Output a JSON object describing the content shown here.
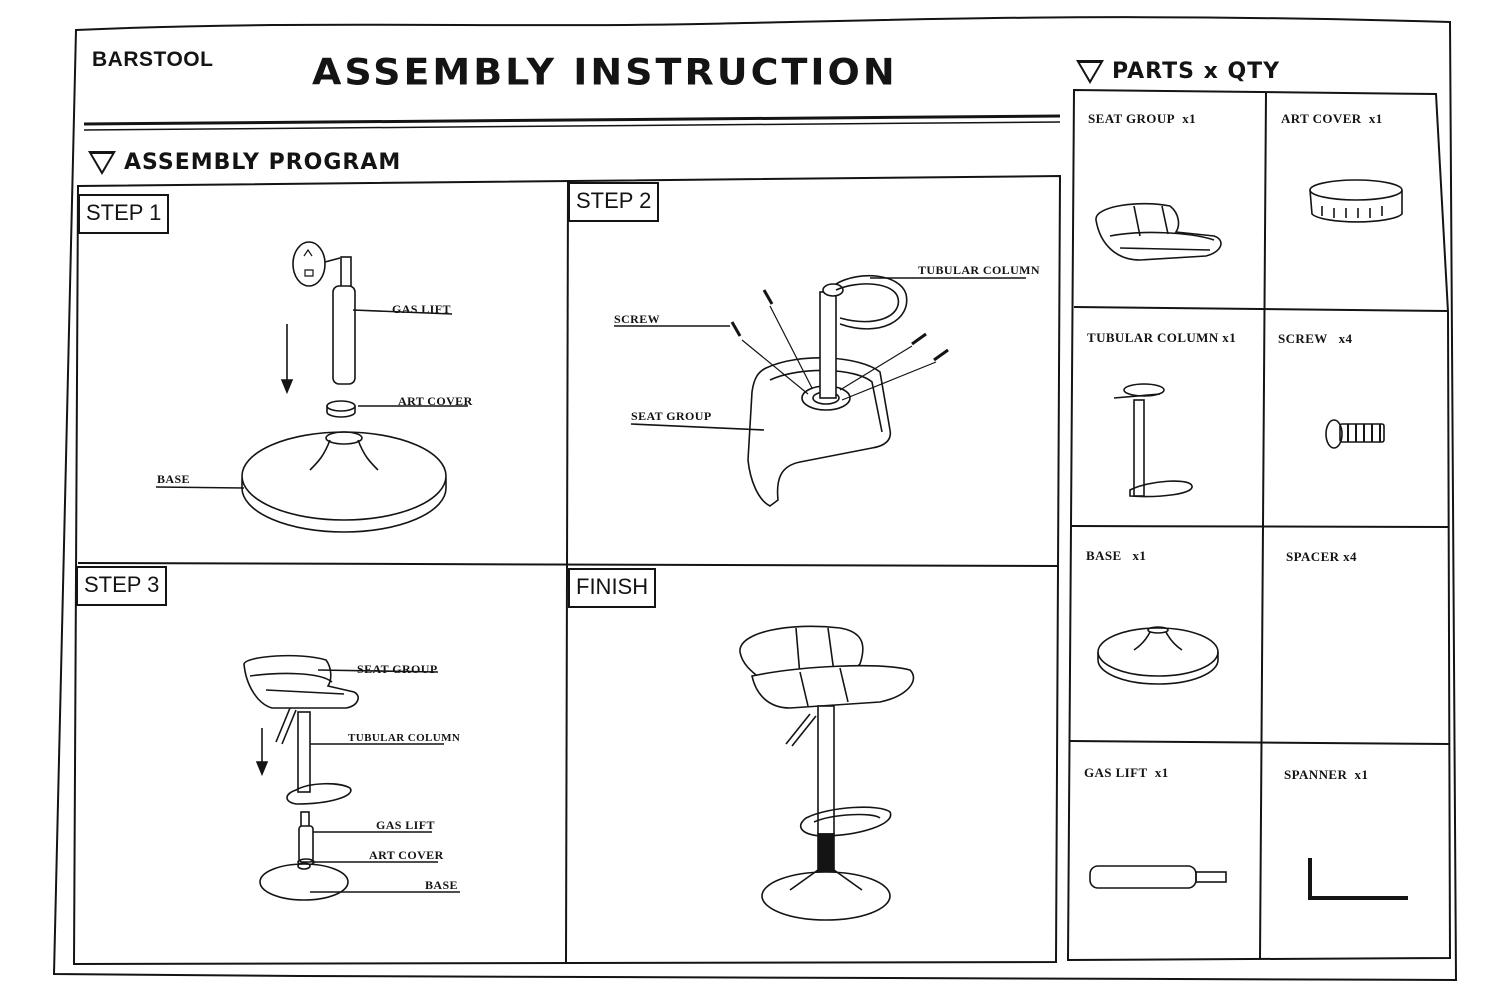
{
  "header": {
    "brand": "BARSTOOL",
    "title": "ASSEMBLY INSTRUCTION"
  },
  "sections": {
    "assembly_program": "ASSEMBLY PROGRAM",
    "parts": "PARTS x QTY"
  },
  "steps": {
    "step1": {
      "title": "STEP 1",
      "callouts": {
        "gas_lift": "GAS LIFT",
        "art_cover": "ART COVER",
        "base": "BASE"
      }
    },
    "step2": {
      "title": "STEP 2",
      "callouts": {
        "tubular_column": "TUBULAR COLUMN",
        "screw": "SCREW",
        "seat_group": "SEAT GROUP"
      }
    },
    "step3": {
      "title": "STEP 3",
      "callouts": {
        "seat_group": "SEAT GROUP",
        "tubular_column": "TUBULAR COLUMN",
        "gas_lift": "GAS LIFT",
        "art_cover": "ART COVER",
        "base": "BASE"
      }
    },
    "finish": {
      "title": "FINISH"
    }
  },
  "parts": [
    {
      "name": "SEAT GROUP",
      "qty": "x1",
      "icon": "seat-group-icon"
    },
    {
      "name": "ART COVER",
      "qty": "x1",
      "icon": "art-cover-icon"
    },
    {
      "name": "TUBULAR COLUMN",
      "qty": "x1",
      "icon": "tubular-column-icon"
    },
    {
      "name": "SCREW",
      "qty": "x4",
      "icon": "screw-icon"
    },
    {
      "name": "BASE",
      "qty": "x1",
      "icon": "base-icon"
    },
    {
      "name": "SPACER",
      "qty": "x4",
      "icon": ""
    },
    {
      "name": "GAS LIFT",
      "qty": "x1",
      "icon": "gas-lift-icon"
    },
    {
      "name": "SPANNER",
      "qty": "x1",
      "icon": "spanner-icon"
    }
  ]
}
